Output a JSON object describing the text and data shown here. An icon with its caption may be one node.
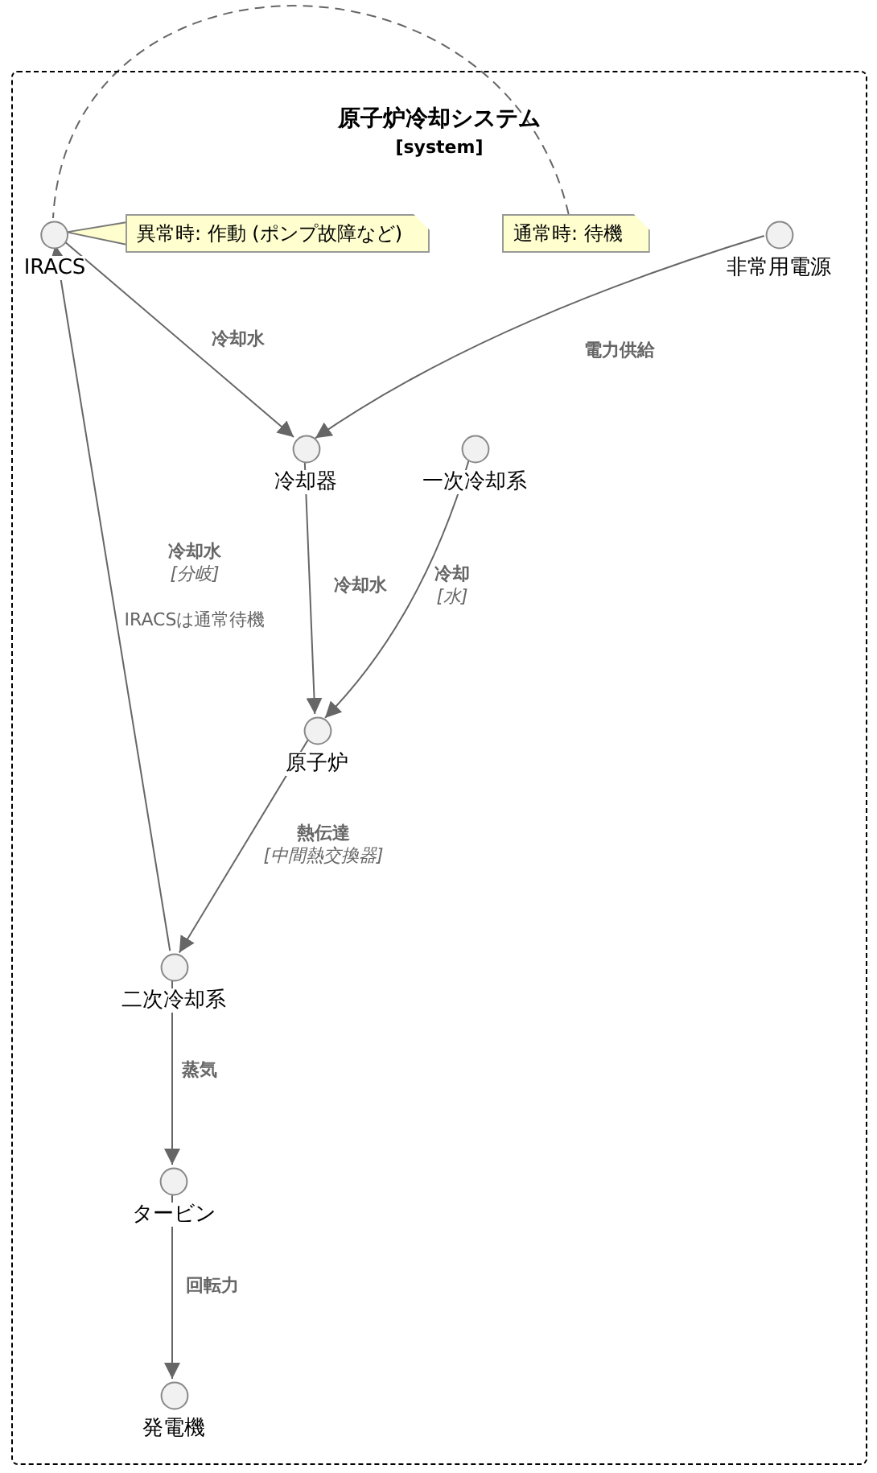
{
  "diagram": {
    "nodes": [
      {
        "text": [
          "原子炉冷却システム",
          "[system]"
        ]
      },
      {
        "text": [
          "IRACS"
        ],
        "in": 0
      },
      {
        "text": [
          "異常時: 作動 (ポンプ故障など)"
        ],
        "in": 0
      },
      {
        "text": [
          "通常時: 待機"
        ],
        "in": 0
      },
      {
        "text": [
          "非常用電源"
        ],
        "in": 0
      },
      {
        "text": [
          "冷却器"
        ],
        "in": 0
      },
      {
        "text": [
          "一次冷却系"
        ],
        "in": 0
      },
      {
        "text": [
          "原子炉"
        ],
        "in": 0
      },
      {
        "text": [
          "二次冷却系"
        ],
        "in": 0
      },
      {
        "text": [
          "タービン"
        ],
        "in": 0
      },
      {
        "text": [
          "発電機"
        ],
        "in": 0
      }
    ],
    "edges": [
      {
        "from": 2,
        "to": 1,
        "arrow": "none"
      },
      {
        "from": 3,
        "to": 1,
        "arrow": "none",
        "style": "dashed"
      },
      {
        "from": 1,
        "to": 5,
        "arrow": "to",
        "label": "冷却水"
      },
      {
        "from": 4,
        "to": 5,
        "arrow": "to",
        "label": "電力供給"
      },
      {
        "from": 5,
        "to": 7,
        "arrow": "to",
        "label": "冷却水"
      },
      {
        "from": 6,
        "to": 7,
        "arrow": "to",
        "label": "**冷却** *[水]*"
      },
      {
        "from": 8,
        "to": 1,
        "arrow": "to",
        "label": "**冷却水** *[分岐]*"
      },
      {
        "from": 7,
        "to": 8,
        "arrow": "to",
        "label": "**熱伝達** *[中間熱交換器]*"
      },
      {
        "from": 8,
        "to": 9,
        "arrow": "to",
        "label": "蒸気"
      },
      {
        "from": 9,
        "to": 10,
        "arrow": "to",
        "label": "回転力"
      }
    ],
    "labels": [
      "IRACSは通常待機"
    ]
  }
}
